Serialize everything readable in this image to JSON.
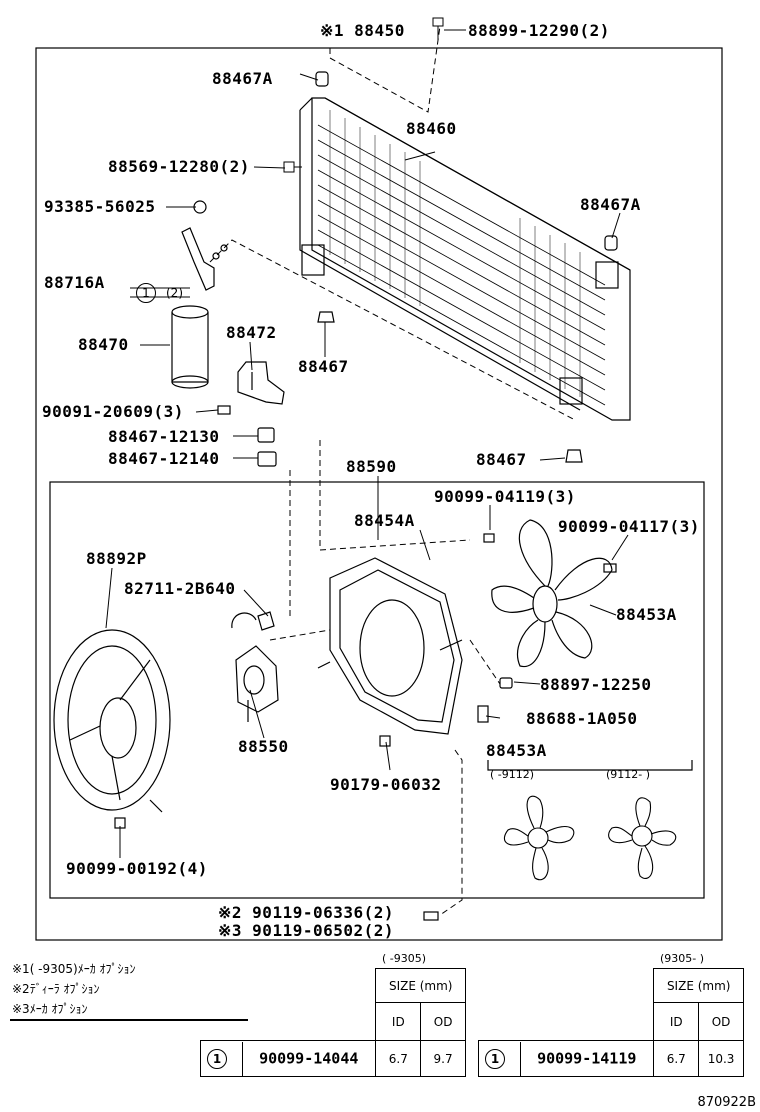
{
  "labels": {
    "p88450": "※1 88450",
    "p88899": "88899-12290(2)",
    "p88467A_top": "88467A",
    "p88460": "88460",
    "p88569": "88569-12280(2)",
    "p93385": "93385-56025",
    "p88467A_right": "88467A",
    "p88716A": "88716A",
    "p88716A_1": "1",
    "p88716A_2": "(2)",
    "p88472": "88472",
    "p88470": "88470",
    "p88467_mid": "88467",
    "p90091": "90091-20609(3)",
    "p88467_12130": "88467-12130",
    "p88467_12140": "88467-12140",
    "p88590": "88590",
    "p88467_right": "88467",
    "p90099_04119": "90099-04119(3)",
    "p88454A": "88454A",
    "p90099_04117": "90099-04117(3)",
    "p88892P": "88892P",
    "p82711": "82711-2B640",
    "p88453A_1": "88453A",
    "p88897": "88897-12250",
    "p88550": "88550",
    "p88688": "88688-1A050",
    "p88453A_2": "88453A",
    "p90179": "90179-06032",
    "p90099_00192": "90099-00192(4)",
    "p90119_a": "※2 90119-06336(2)",
    "p90119_b": "※3 90119-06502(2)",
    "range_a": "(        -9112)",
    "range_b": "(9112-       )"
  },
  "notes": {
    "n1": "※1(        -9305)ﾒｰｶ ｵﾌﾟｼｮﾝ",
    "n2": "※2ﾃﾞｨｰﾗ ｵﾌﾟｼｮﾝ",
    "n3": "※3ﾒｰｶ ｵﾌﾟｼｮﾝ"
  },
  "tables": [
    {
      "range": "(        -9305)",
      "size_label": "SIZE (mm)",
      "id_label": "ID",
      "od_label": "OD",
      "circle": "1",
      "part": "90099-14044",
      "id": "6.7",
      "od": "9.7"
    },
    {
      "range": "(9305-        )",
      "size_label": "SIZE (mm)",
      "id_label": "ID",
      "od_label": "OD",
      "circle": "1",
      "part": "90099-14119",
      "id": "6.7",
      "od": "10.3"
    }
  ],
  "footer_code": "870922B"
}
